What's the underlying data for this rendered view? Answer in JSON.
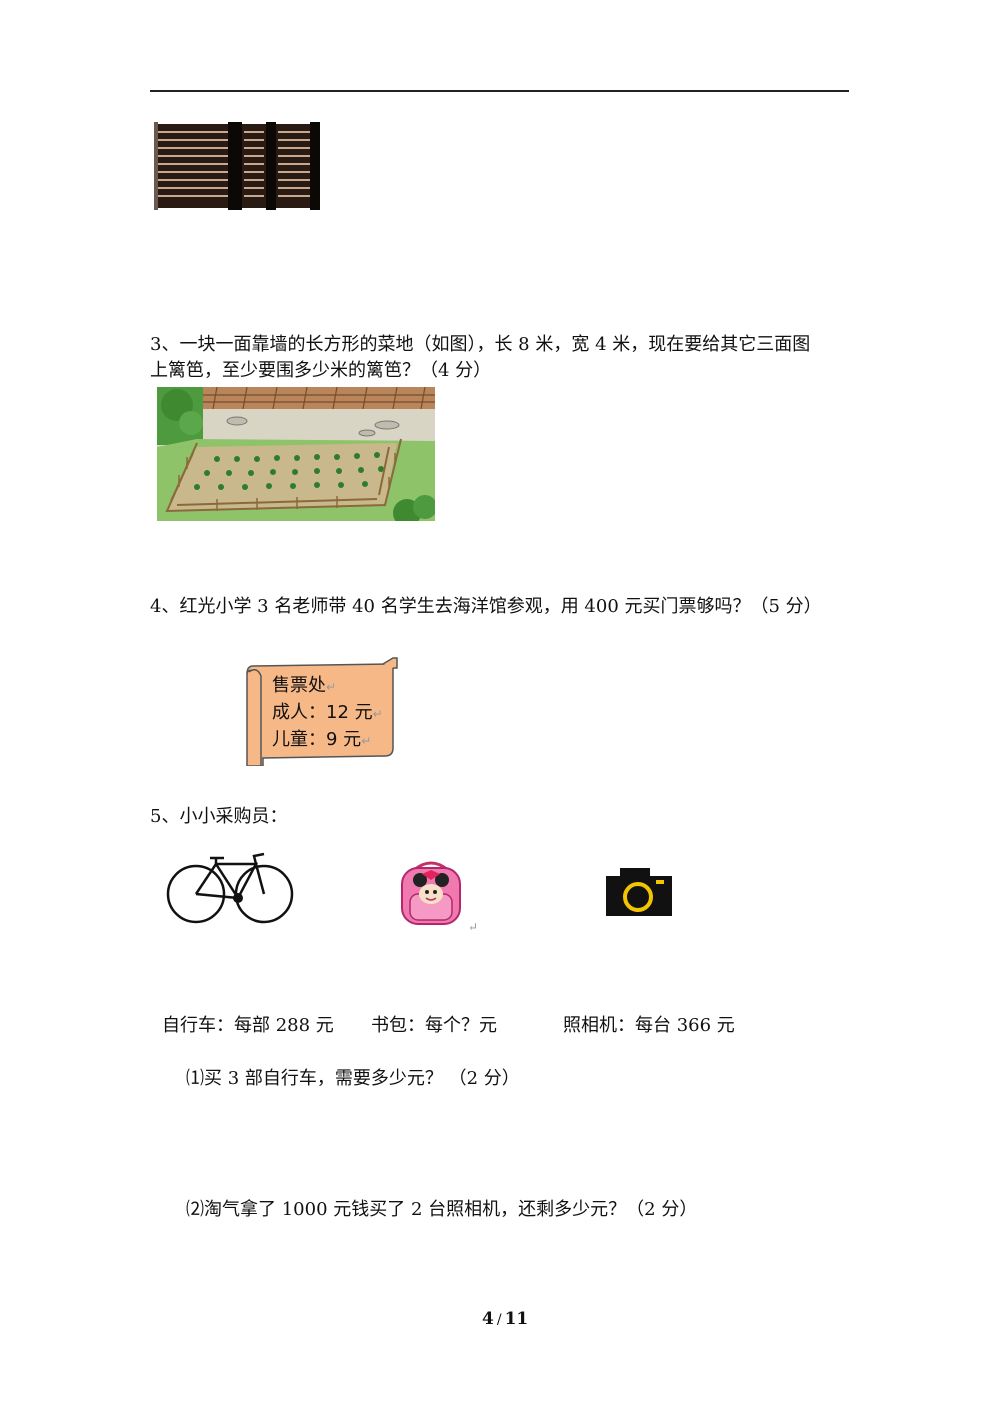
{
  "q3": {
    "line1": "3、一块一面靠墙的长方形的菜地（如图），长 8 米，宽 4 米，现在要给其它三面图",
    "line2": "上篱笆，至少要围多少米的篱笆？（4 分）"
  },
  "q4": {
    "text": "4、红光小学 3 名老师带 40 名学生去海洋馆参观，用 400 元买门票够吗？（5 分）",
    "sign": {
      "title": "售票处",
      "adult": "成人：12 元",
      "child": "儿童：9 元"
    }
  },
  "q5": {
    "title": "5、小小采购员：",
    "items": [
      {
        "icon": "bicycle-icon",
        "label": "自行车：每部 288 元"
      },
      {
        "icon": "backpack-icon",
        "label": "书包：每个？元"
      },
      {
        "icon": "camera-icon",
        "label": "照相机：每台 366 元"
      }
    ],
    "sub1": "⑴买 3 部自行车，需要多少元？ （2 分）",
    "sub2": "⑵淘气拿了 1000 元钱买了 2 台照相机，还剩多少元？（2 分）"
  },
  "footer": {
    "page": "4",
    "separator": "/",
    "total": "11"
  }
}
